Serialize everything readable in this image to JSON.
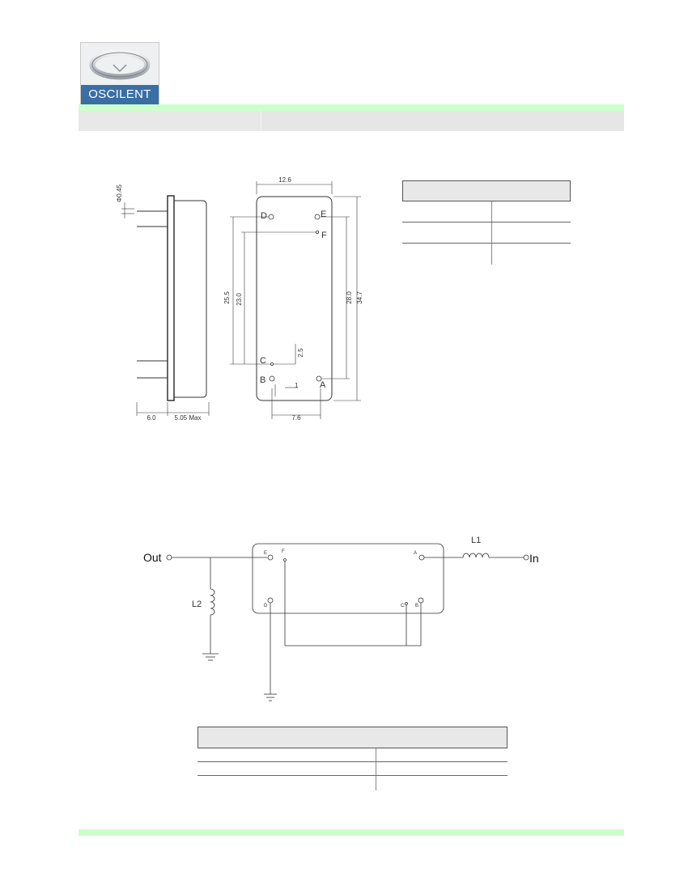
{
  "logo": {
    "text": "OSCILENT"
  },
  "mechanical": {
    "lead_diameter": "Φ0.45",
    "width": "12.6",
    "dim_25_5": "25.5",
    "dim_23_0": "23.0",
    "dim_28_0": "28.0",
    "dim_34_7": "34.7",
    "dim_2_5": "2.5",
    "dim_1": "1",
    "dim_7_6": "7.6",
    "lead_length": "6.0",
    "height_max": "5.05 Max",
    "pins": {
      "A": "A",
      "B": "B",
      "C": "C",
      "D": "D",
      "E": "E",
      "F": "F"
    }
  },
  "schematic": {
    "out_label": "Out",
    "in_label": "In",
    "l1_label": "L1",
    "l2_label": "L2",
    "pins": {
      "A": "A",
      "B": "B",
      "C": "C",
      "D": "D",
      "E": "E",
      "F": "F"
    }
  }
}
